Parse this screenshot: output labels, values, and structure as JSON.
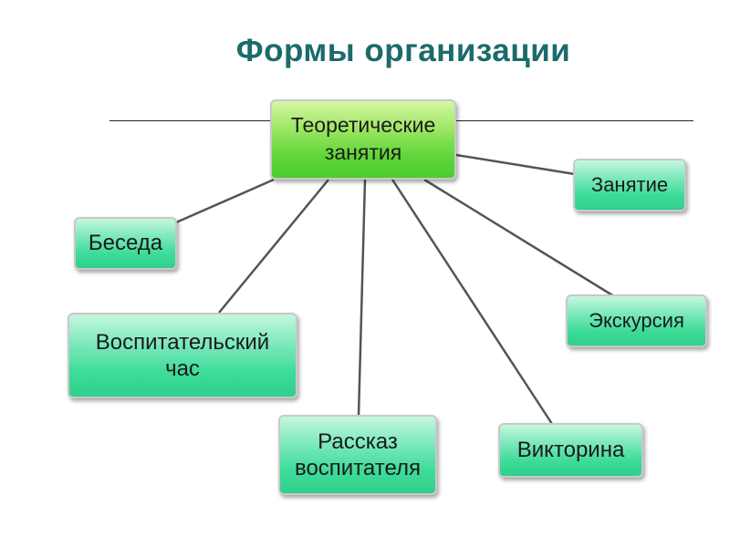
{
  "title": "Формы организации",
  "center_node": "Теоретические\nзанятия",
  "nodes": [
    "Занятие",
    "Беседа",
    "Экскурсия",
    "Воспитательский\nчас",
    "Рассказ\nвоспитателя",
    "Викторина"
  ],
  "colors": {
    "title": "#1c6b6b",
    "center_node_fill": "#63d63a",
    "node_fill": "#3fdc99",
    "connector": "#555555"
  }
}
